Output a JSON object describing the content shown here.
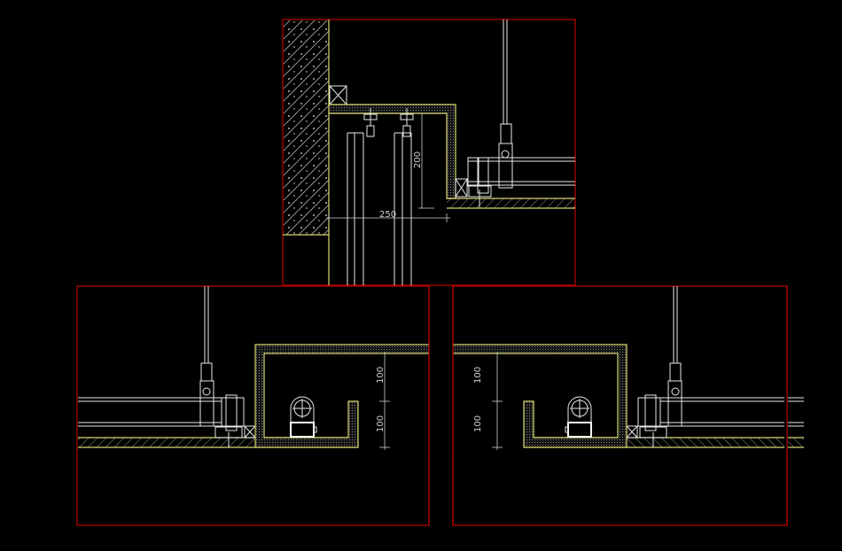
{
  "colors": {
    "background": "#000000",
    "frame": "#c00000",
    "insulation": "#d8d870",
    "lines": "#e8e8e8"
  },
  "top_detail": {
    "dim_height": "200",
    "dim_width": "250"
  },
  "bottom_left_detail": {
    "dim_upper": "100",
    "dim_lower": "100"
  },
  "bottom_right_detail": {
    "dim_upper": "100",
    "dim_lower": "100"
  }
}
